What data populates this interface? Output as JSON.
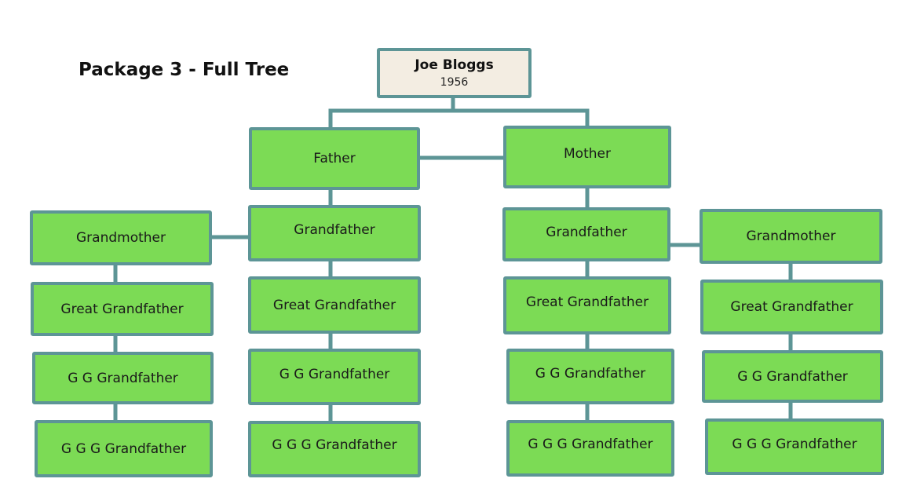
{
  "title": "Package 3 - Full Tree",
  "colors": {
    "node_fill": "#7cdb55",
    "node_border": "#5d9596",
    "root_fill": "#f3ede2",
    "connector": "#5d9596"
  },
  "root": {
    "name": "Joe Bloggs",
    "year": "1956"
  },
  "parents": {
    "father": "Father",
    "mother": "Mother"
  },
  "paternal": {
    "grandmother": "Grandmother",
    "grandmother_line": [
      "Great Grandfather",
      "G G Grandfather",
      "G G G Grandfather"
    ],
    "grandfather": "Grandfather",
    "grandfather_line": [
      "Great Grandfather",
      "G G Grandfather",
      "G G G Grandfather"
    ]
  },
  "maternal": {
    "grandfather": "Grandfather",
    "grandfather_line": [
      "Great Grandfather",
      "G G Grandfather",
      "G G G Grandfather"
    ],
    "grandmother": "Grandmother",
    "grandmother_line": [
      "Great Grandfather",
      "G G Grandfather",
      "G G G Grandfather"
    ]
  }
}
